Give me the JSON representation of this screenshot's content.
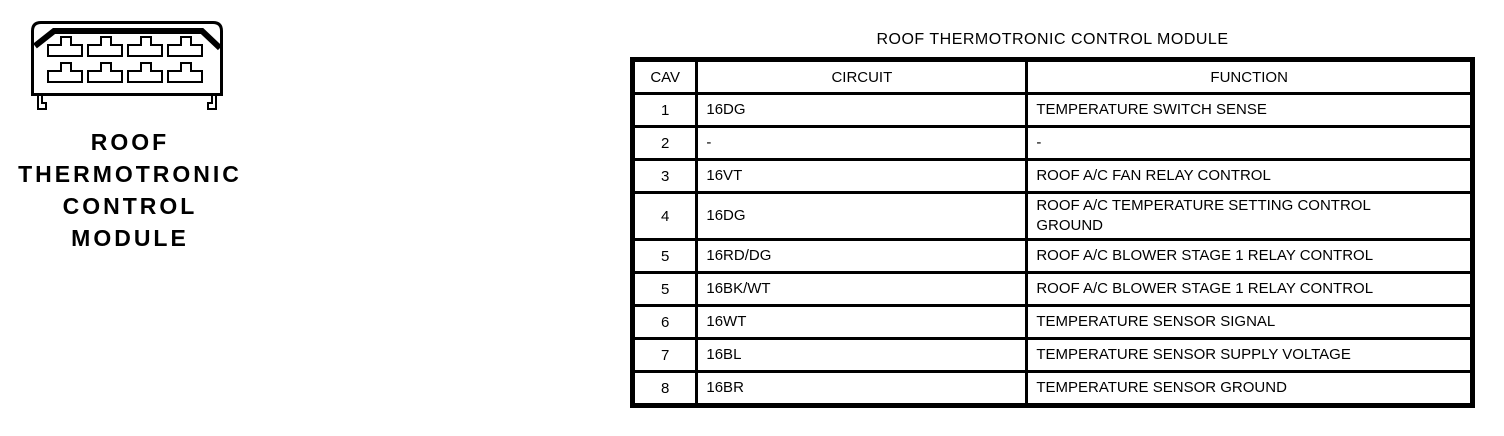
{
  "colors": {
    "ink": "#000000",
    "paper": "#ffffff"
  },
  "connector": {
    "figure": "8-cavity-connector-face-view",
    "cavity_rows": 2,
    "cavities_per_row": 4,
    "label_lines": [
      "ROOF",
      "THERMOTRONIC",
      "CONTROL",
      "MODULE"
    ]
  },
  "table": {
    "title": "ROOF THERMOTRONIC CONTROL MODULE",
    "headers": {
      "cav": "CAV",
      "circuit": "CIRCUIT",
      "function": "FUNCTION"
    },
    "rows": [
      {
        "cav": "1",
        "circuit": "16DG",
        "function": "TEMPERATURE SWITCH SENSE"
      },
      {
        "cav": "2",
        "circuit": "-",
        "function": "-"
      },
      {
        "cav": "3",
        "circuit": "16VT",
        "function": "ROOF A/C FAN RELAY CONTROL"
      },
      {
        "cav": "4",
        "circuit": "16DG",
        "function": "ROOF A/C TEMPERATURE SETTING CONTROL\nGROUND"
      },
      {
        "cav": "5",
        "circuit": "16RD/DG",
        "function": "ROOF A/C BLOWER STAGE 1 RELAY CONTROL"
      },
      {
        "cav": "5",
        "circuit": "16BK/WT",
        "function": "ROOF A/C BLOWER STAGE 1 RELAY CONTROL"
      },
      {
        "cav": "6",
        "circuit": "16WT",
        "function": "TEMPERATURE SENSOR SIGNAL"
      },
      {
        "cav": "7",
        "circuit": "16BL",
        "function": "TEMPERATURE SENSOR SUPPLY VOLTAGE"
      },
      {
        "cav": "8",
        "circuit": "16BR",
        "function": "TEMPERATURE SENSOR GROUND"
      }
    ]
  }
}
